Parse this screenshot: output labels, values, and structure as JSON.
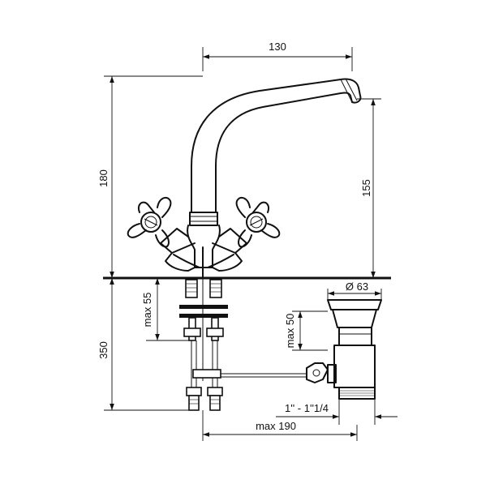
{
  "dimensions": {
    "spout_reach": "130",
    "total_height": "180",
    "spout_height": "155",
    "below_deck_max": "max 55",
    "pipe_length": "350",
    "waste_diameter": "Ø 63",
    "waste_max_height": "max 50",
    "waste_thread": "1'' - 1''1/4",
    "max_width": "max 190"
  }
}
